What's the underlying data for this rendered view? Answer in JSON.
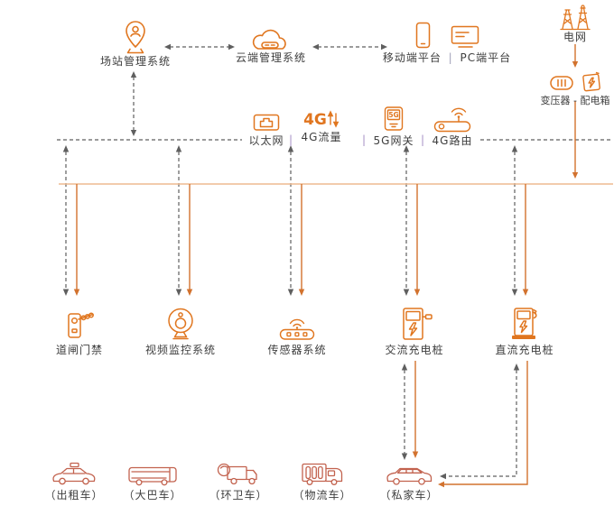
{
  "colors": {
    "icon_orange": "#e0761f",
    "vehicle_red": "#c2624e",
    "dashed_gray": "#5f5f5f",
    "power_orange": "#d2722e",
    "power_bus_light": "#edba90",
    "label_gray": "#3e3e3e",
    "separator_purple": "#a58fc5"
  },
  "top": {
    "station": "场站管理系统",
    "cloud": "云端管理系统",
    "mobile": "移动端平台",
    "platform_sep": "|",
    "pc": "PC端平台",
    "grid": "电网",
    "transformer": "变压器 - 配电箱"
  },
  "network": {
    "ethernet": "以太网",
    "sep1": "|",
    "g4_data": "4G流量",
    "g4_icon_text": "4G",
    "sep2": "|",
    "g5_gateway": "5G网关",
    "g5_icon_text": "5G",
    "sep3": "|",
    "g4_router": "4G路由"
  },
  "devices": [
    {
      "label": "道闸门禁"
    },
    {
      "label": "视频监控系统"
    },
    {
      "label": "传感器系统"
    },
    {
      "label": "交流充电桩"
    },
    {
      "label": "直流充电桩"
    }
  ],
  "vehicles": [
    {
      "label": "（出租车）"
    },
    {
      "label": "（大巴车）"
    },
    {
      "label": "（环卫车）"
    },
    {
      "label": "（物流车）"
    },
    {
      "label": "（私家车）"
    }
  ]
}
